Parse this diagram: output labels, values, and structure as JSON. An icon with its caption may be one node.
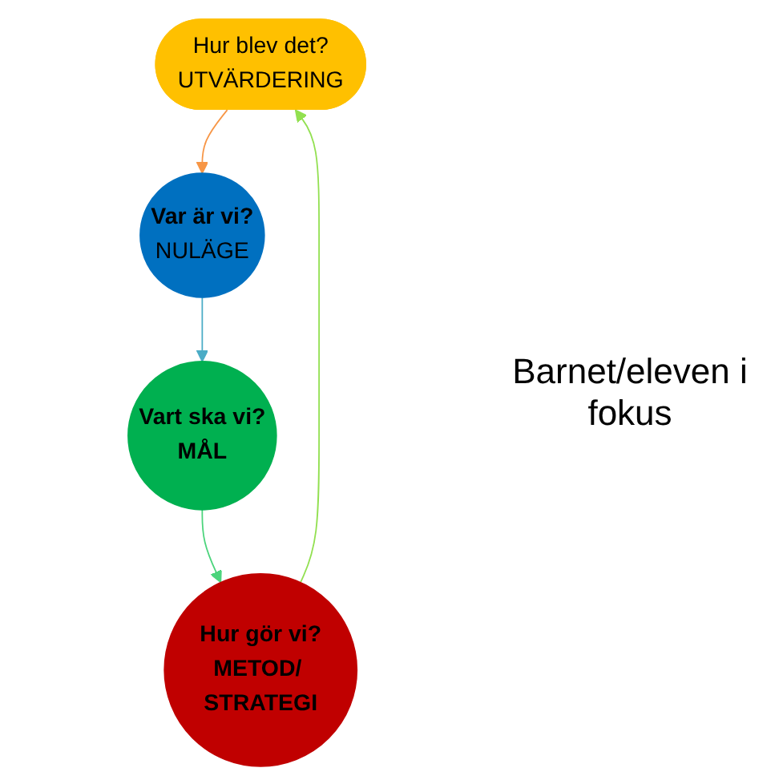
{
  "diagram": {
    "nodes": [
      {
        "text": [
          "Hur blev det?",
          "UTVÄRDERING"
        ]
      },
      {
        "text": [
          "Var är vi?",
          "NULÄGE"
        ]
      },
      {
        "text": [
          "Vart ska vi?",
          "MÅL"
        ]
      },
      {
        "text": [
          "Hur gör vi?",
          "METOD/ STRATEGI"
        ]
      }
    ],
    "edges": [
      {
        "from": 0,
        "to": 1,
        "arrow": "to",
        "color": "#f79646"
      },
      {
        "from": 1,
        "to": 2,
        "arrow": "to",
        "color": "#4bacc6"
      },
      {
        "from": 2,
        "to": 3,
        "arrow": "to",
        "color": "#4cd47c"
      },
      {
        "from": 3,
        "to": 0,
        "arrow": "to",
        "color": "#92e050"
      }
    ],
    "labels": [
      "Barnet/eleven i fokus"
    ]
  }
}
